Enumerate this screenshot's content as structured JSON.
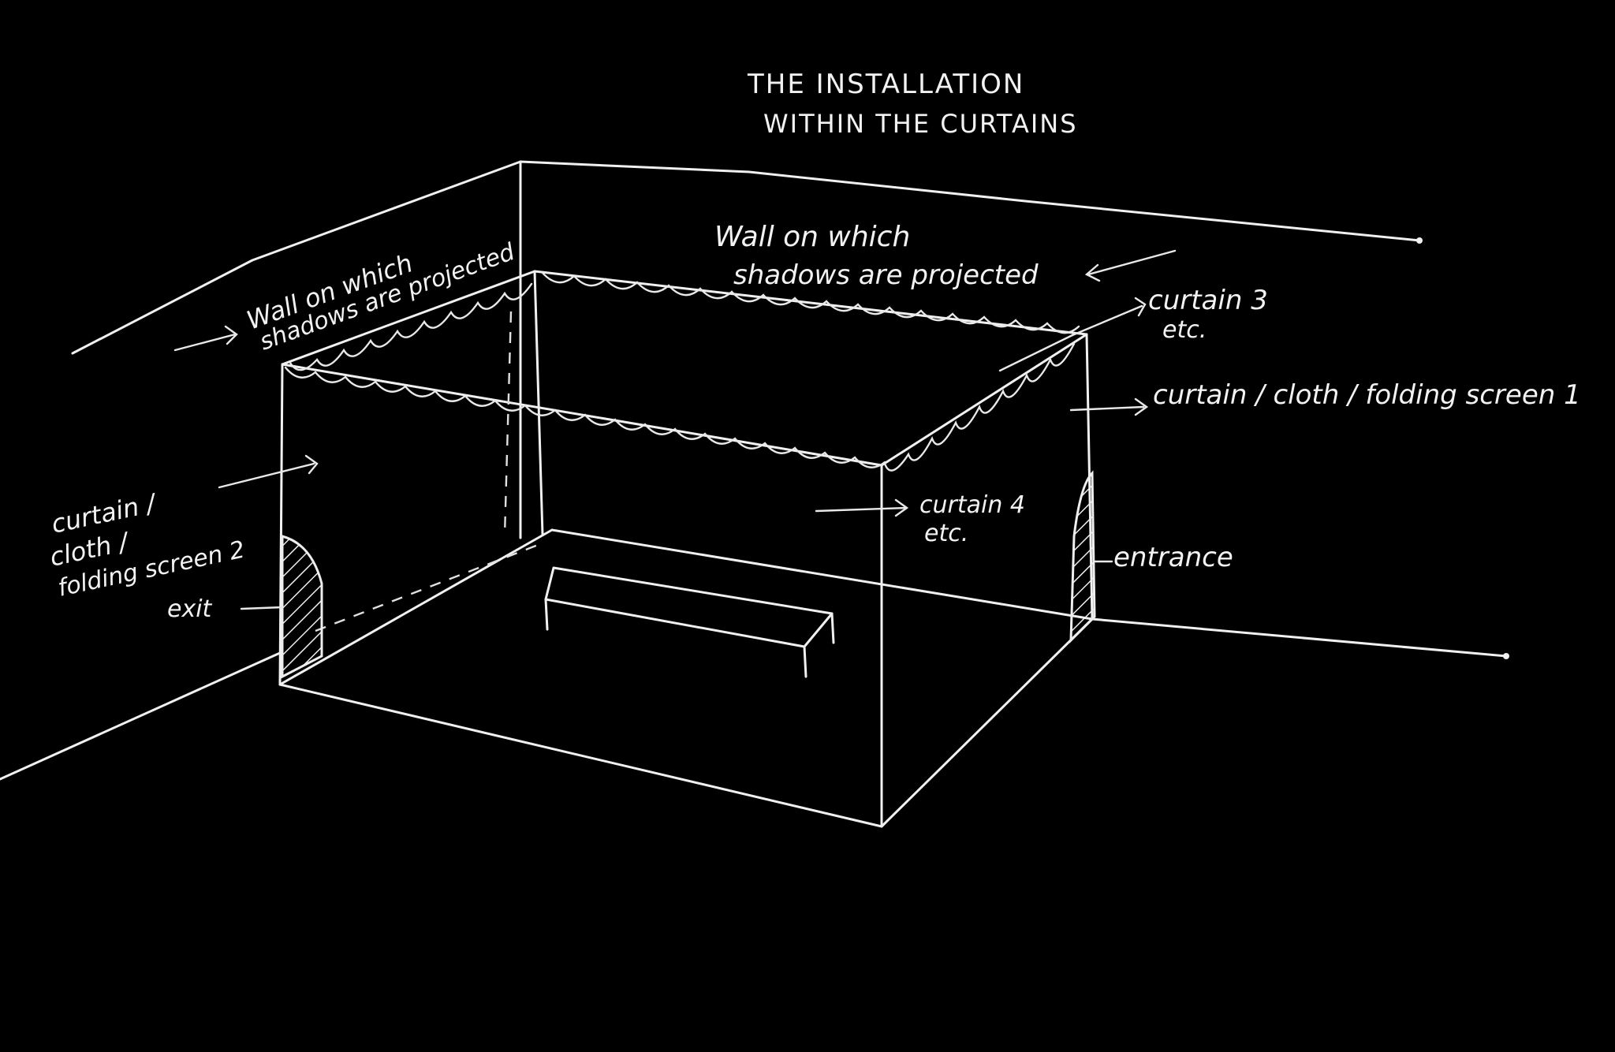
{
  "title": {
    "line1": "THE INSTALLATION",
    "line2": "WITHIN THE CURTAINS"
  },
  "labels": {
    "wall_left_line1": "Wall on which",
    "wall_left_line2": "shadows are projected",
    "wall_back_line1": "Wall on which",
    "wall_back_line2": "shadows are projected",
    "curtain3_line1": "curtain 3",
    "curtain3_line2": "etc.",
    "curtain1": "curtain / cloth / folding screen 1",
    "curtain4_line1": "curtain 4",
    "curtain4_line2": "etc.",
    "entrance": "entrance",
    "curtain2_line1": "curtain /",
    "curtain2_line2": "cloth /",
    "curtain2_line3": "folding screen 2",
    "exit": "exit"
  },
  "colors": {
    "background": "#000000",
    "chalk": "#f0f0f0"
  }
}
